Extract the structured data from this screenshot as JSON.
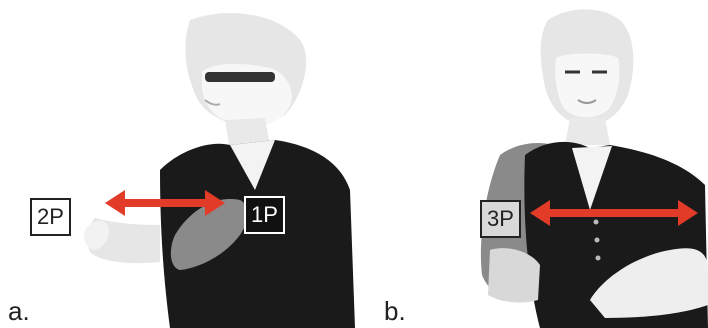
{
  "panels": [
    {
      "letter": "a.",
      "labels": {
        "left": "2P",
        "right": "1P"
      }
    },
    {
      "letter": "b.",
      "labels": {
        "left": "3P"
      }
    }
  ],
  "colors": {
    "arrow": "#e23b28",
    "shirt": "#1a1a1a",
    "ghost_arm": "#8a8a8a",
    "skin": "#eeeeee"
  }
}
